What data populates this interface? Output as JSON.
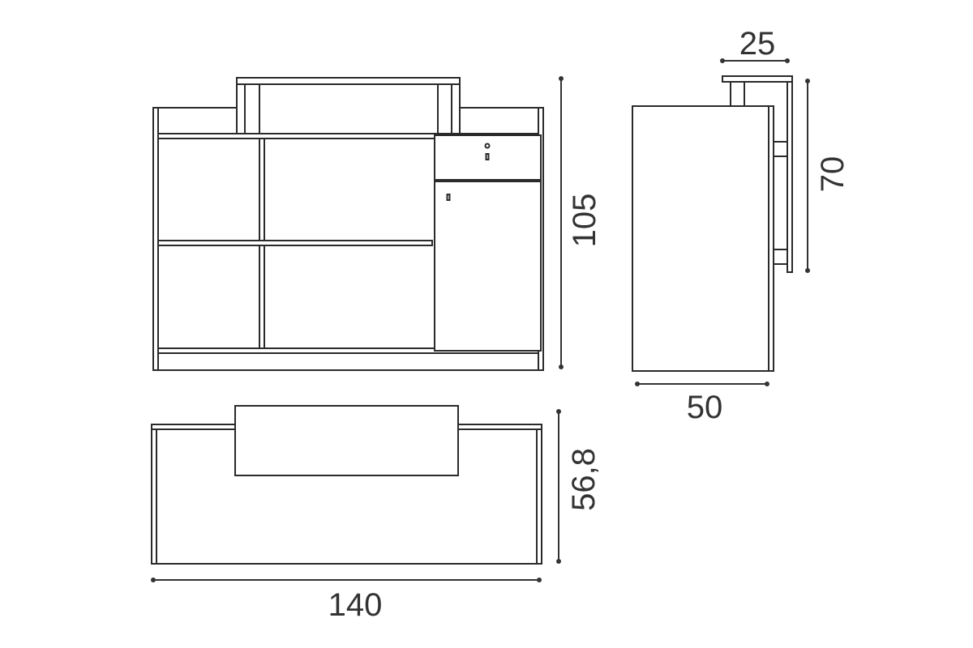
{
  "drawing": {
    "front_view": {
      "height_label": "105"
    },
    "side_view": {
      "depth_label": "50",
      "top_depth_label": "25",
      "top_height_label": "70"
    },
    "top_view": {
      "width_label": "140",
      "depth_label": "56,8"
    },
    "line_color": "#2a2a2a"
  }
}
